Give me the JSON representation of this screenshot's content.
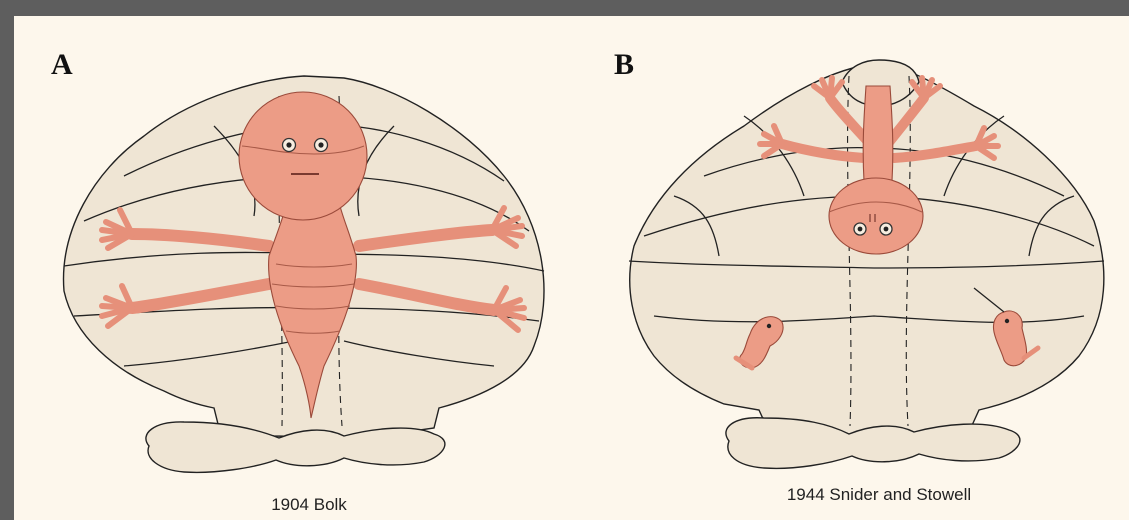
{
  "panels": [
    {
      "letter": "A",
      "caption": "1904 Bolk"
    },
    {
      "letter": "B",
      "caption": "1944 Snider and Stowell"
    }
  ],
  "colors": {
    "background": "#5e5e5e",
    "panel": "#fdf7ec",
    "lobe": "#efe5d4",
    "homunculus": "#ec9c86"
  }
}
